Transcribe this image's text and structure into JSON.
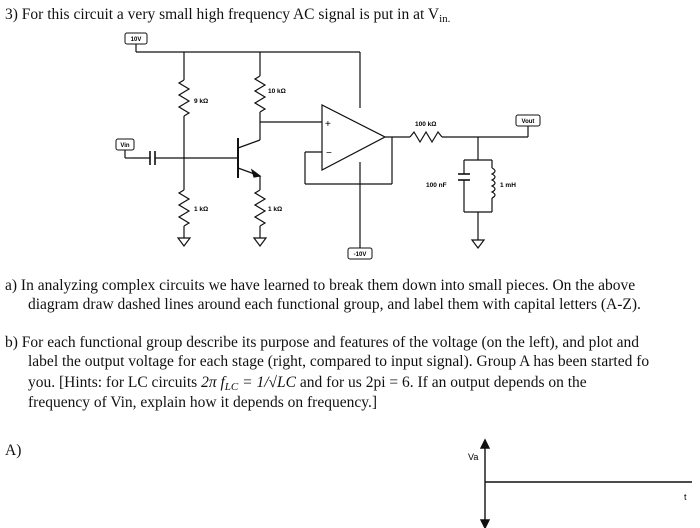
{
  "question": {
    "number_text": "3) For this circuit a very small high frequency AC signal is put in at V",
    "subscript": "in."
  },
  "circuit": {
    "supply_pos": "10V",
    "supply_neg": "-10V",
    "vin_label": "Vin",
    "vout_label": "Vout",
    "r_top_left": "9 kΩ",
    "r_top_right": "10 kΩ",
    "r_bot_left": "1 kΩ",
    "r_bot_right": "1 kΩ",
    "r_series": "100 kΩ",
    "cap_value": "100 nF",
    "ind_value": "1 mH",
    "opamp_plus": "+",
    "opamp_minus": "−"
  },
  "part_a": {
    "line1": "a) In analyzing complex circuits we have learned to break them down into small pieces. On the above",
    "line2": "diagram draw dashed lines around each functional group, and label them with capital letters (A-Z)."
  },
  "part_b": {
    "line1": "b) For each functional group describe its purpose and features of the voltage (on the left), and plot and",
    "line2": "label the output voltage for each stage (right, compared to input signal). Group A has been started fo",
    "line3_pre": "you. [Hints: for LC circuits",
    "formula_lhs": "2π f",
    "formula_sub": "LC",
    "formula_rhs": "= 1/√LC",
    "line3_post": "and for us 2pi = 6. If an output depends on the",
    "line4": "frequency of Vin, explain how it depends on frequency.]"
  },
  "group_a": {
    "label": "A)",
    "axis_y": "Va",
    "axis_x": "t"
  }
}
